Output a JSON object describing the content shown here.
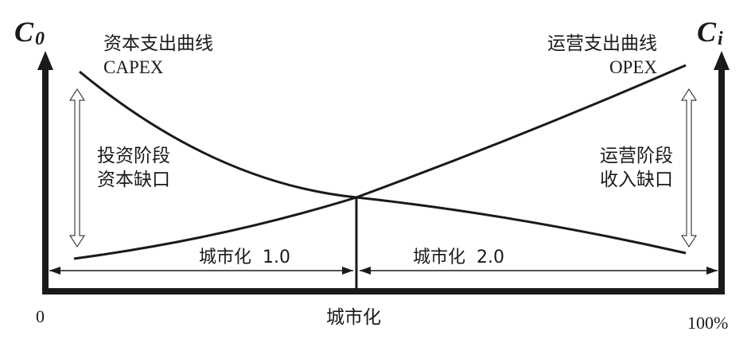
{
  "axes": {
    "left_title": "C",
    "left_subscript": "0",
    "right_title": "C",
    "right_subscript": "i",
    "x_start_label": "0",
    "x_end_label": "100%",
    "x_axis_label": "城市化"
  },
  "curves": {
    "capex_label_cn": "资本支出曲线",
    "capex_label_en": "CAPEX",
    "opex_label_cn": "运营支出曲线",
    "opex_label_en": "OPEX"
  },
  "gaps": {
    "left_line1": "投资阶段",
    "left_line2": "资本缺口",
    "right_line1": "运营阶段",
    "right_line2": "收入缺口"
  },
  "phases": {
    "phase1": "城市化  1.0",
    "phase2": "城市化  2.0"
  },
  "colors": {
    "ink": "#1a1a1a"
  }
}
